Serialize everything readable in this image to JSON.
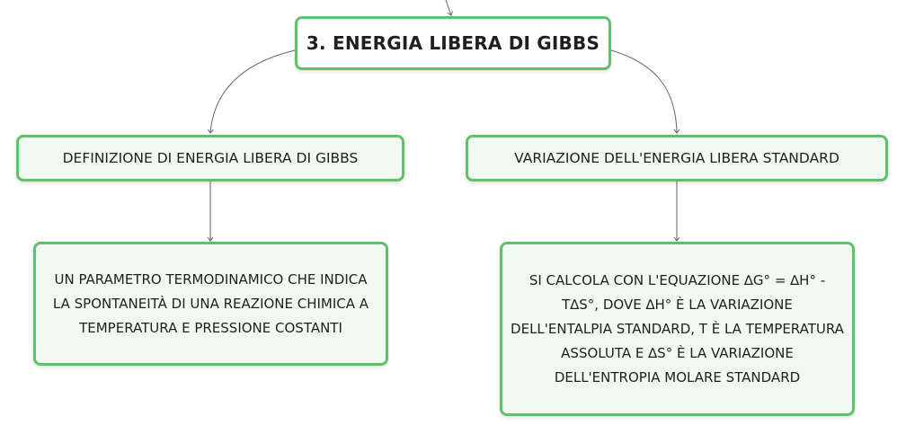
{
  "colors": {
    "node_border": "#5fc26b",
    "node_fill": "#f2f9f3",
    "root_fill": "#ffffff",
    "connector": "#666666",
    "text": "#1f1f1f"
  },
  "root": {
    "label": "3. ENERGIA LIBERA DI GIBBS"
  },
  "branches": [
    {
      "label": "DEFINIZIONE DI ENERGIA LIBERA DI GIBBS",
      "detail": "UN PARAMETRO TERMODINAMICO CHE INDICA LA SPONTANEITÀ DI UNA REAZIONE CHIMICA A TEMPERATURA E PRESSIONE COSTANTI"
    },
    {
      "label": "VARIAZIONE DELL'ENERGIA LIBERA STANDARD",
      "detail": "SI CALCOLA CON L'EQUAZIONE ∆G° = ∆H° - T∆S°, DOVE ∆H° È LA VARIAZIONE DELL'ENTALPIA STANDARD, T È LA TEMPERATURA ASSOLUTA E ∆S° È LA VARIAZIONE DELL'ENTROPIA MOLARE STANDARD"
    }
  ]
}
